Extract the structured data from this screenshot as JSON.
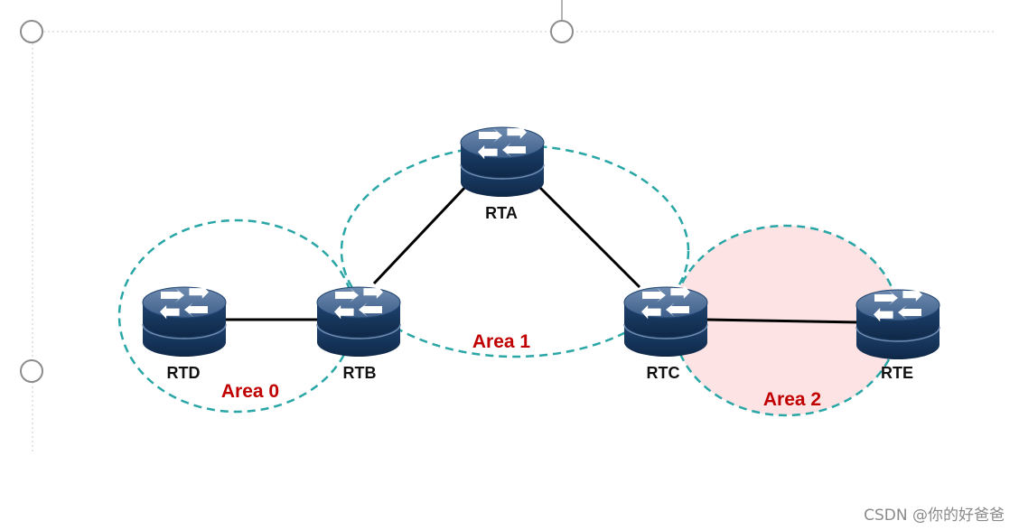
{
  "routers": {
    "rta": "RTA",
    "rtb": "RTB",
    "rtc": "RTC",
    "rtd": "RTD",
    "rte": "RTE"
  },
  "areas": {
    "area0": "Area 0",
    "area1": "Area 1",
    "area2": "Area 2"
  },
  "colors": {
    "area_border": "#2aa6a6",
    "area_label": "#c00000",
    "area2_fill": "#fde3e3",
    "router_body": "#1d3f66",
    "link": "#000000"
  },
  "watermark": "CSDN @你的好爸爸"
}
